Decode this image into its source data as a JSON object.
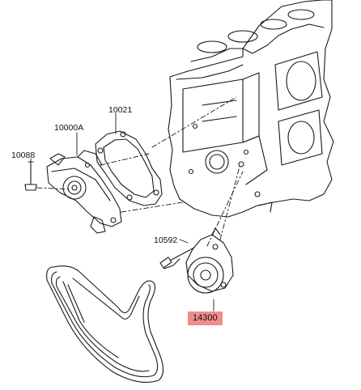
{
  "diagram": {
    "part_labels": [
      {
        "id": "10021",
        "text": "10021"
      },
      {
        "id": "10000A",
        "text": "10000A"
      },
      {
        "id": "10088",
        "text": "10088"
      },
      {
        "id": "10592",
        "text": "10592"
      },
      {
        "id": "14300",
        "text": "14300",
        "highlighted": true
      }
    ],
    "colors": {
      "line": "#1a1a1a",
      "highlight_background": "#f08c8c",
      "background": "#ffffff"
    }
  }
}
